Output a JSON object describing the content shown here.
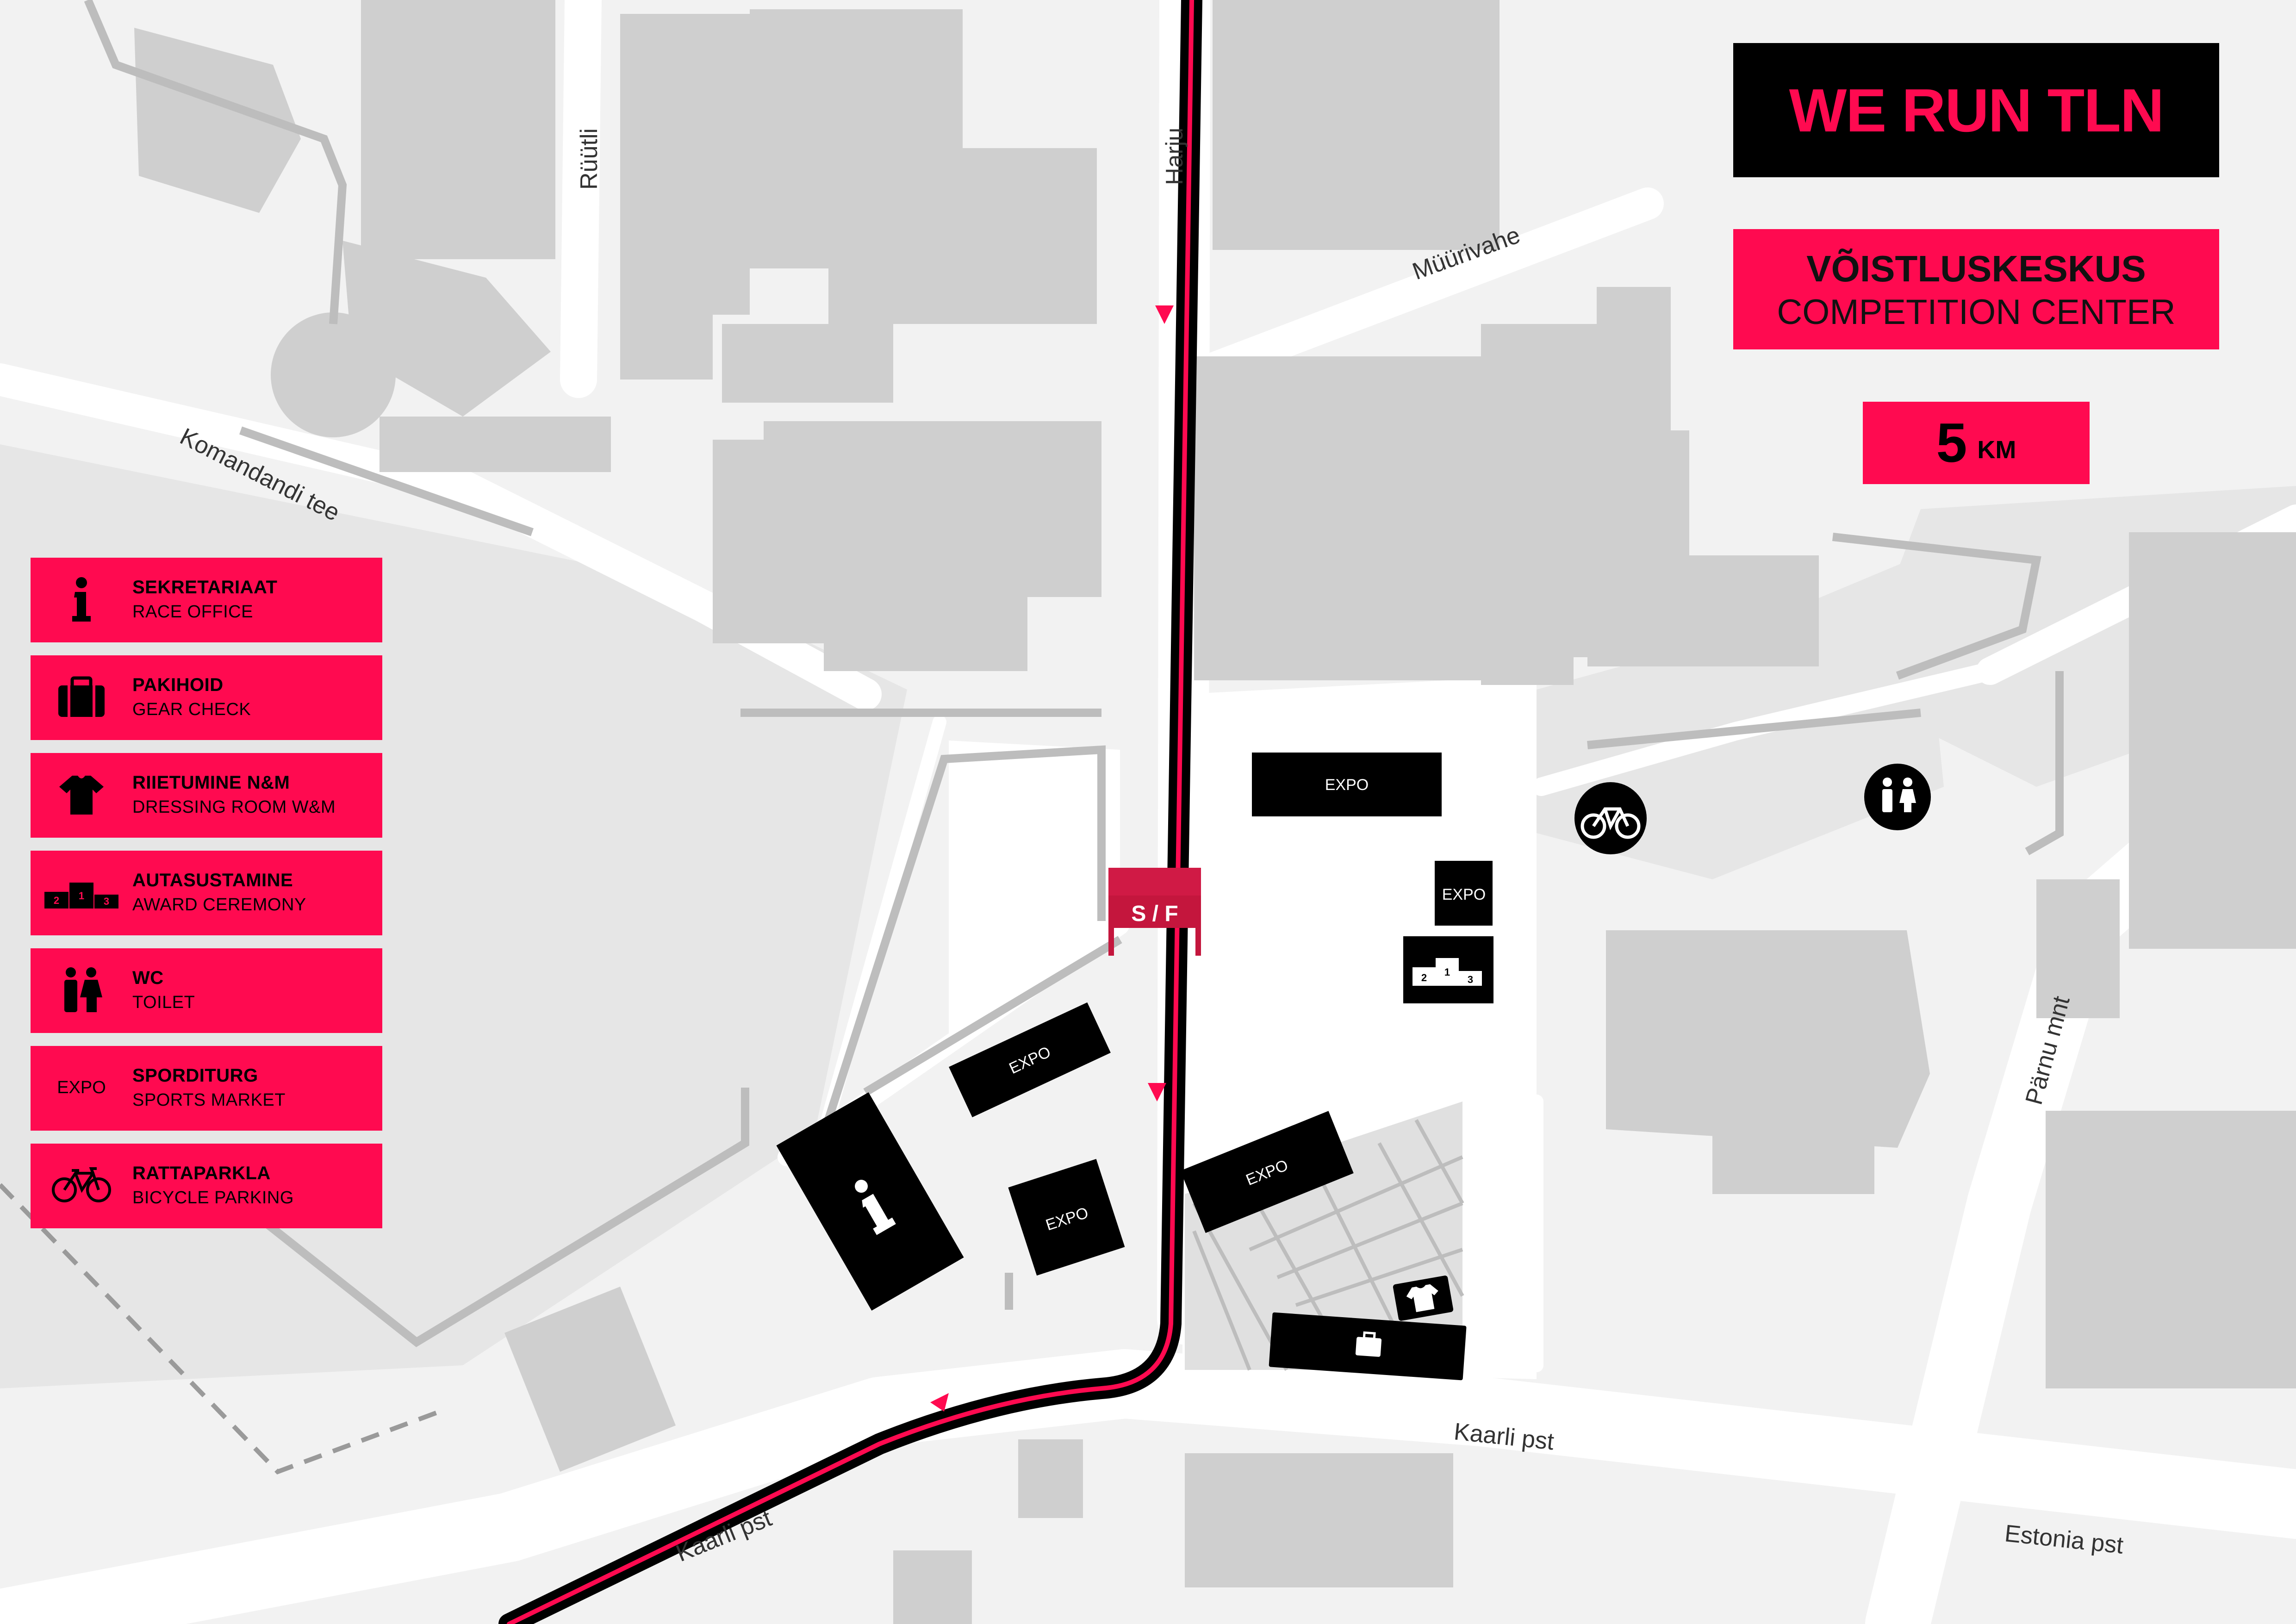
{
  "header": {
    "title": "WE RUN TLN",
    "center_line1": "VÕISTLUSKESKUS",
    "center_line2": "COMPETITION CENTER",
    "distance_value": "5",
    "distance_unit": "KM"
  },
  "streets": {
    "ruutli": "Rüütli",
    "harju": "Harju",
    "muurivahe": "Müürivahe",
    "komandandi": "Komandandi tee",
    "kaarli_east": "Kaarli pst",
    "kaarli_west": "Kaarli pst",
    "estonia": "Estonia pst",
    "parnu": "Pärnu mnt"
  },
  "map_labels": {
    "expo": "EXPO",
    "start_finish": "S / F",
    "podium_2": "2",
    "podium_1": "1",
    "podium_3": "3"
  },
  "legend": [
    {
      "icon": "info-icon",
      "title": "SEKRETARIAAT",
      "subtitle": "RACE OFFICE"
    },
    {
      "icon": "suitcase-icon",
      "title": "PAKIHOID",
      "subtitle": "GEAR CHECK"
    },
    {
      "icon": "shirt-icon",
      "title": "RIIETUMINE N&M",
      "subtitle": "DRESSING ROOM W&M"
    },
    {
      "icon": "podium-icon",
      "title": "AUTASUSTAMINE",
      "subtitle": "AWARD CEREMONY",
      "podium": [
        "2",
        "1",
        "3"
      ]
    },
    {
      "icon": "toilet-icon",
      "title": "WC",
      "subtitle": "TOILET"
    },
    {
      "icon": "expo-icon",
      "title": "SPORDITURG",
      "subtitle": "SPORTS MARKET",
      "icon_text": "EXPO"
    },
    {
      "icon": "bicycle-icon",
      "title": "RATTAPARKLA",
      "subtitle": "BICYCLE PARKING"
    }
  ],
  "colors": {
    "accent": "#ff0a50",
    "background": "#f2f2f2",
    "building": "#cfcfcf",
    "road": "#ffffff",
    "route": "#000000"
  }
}
